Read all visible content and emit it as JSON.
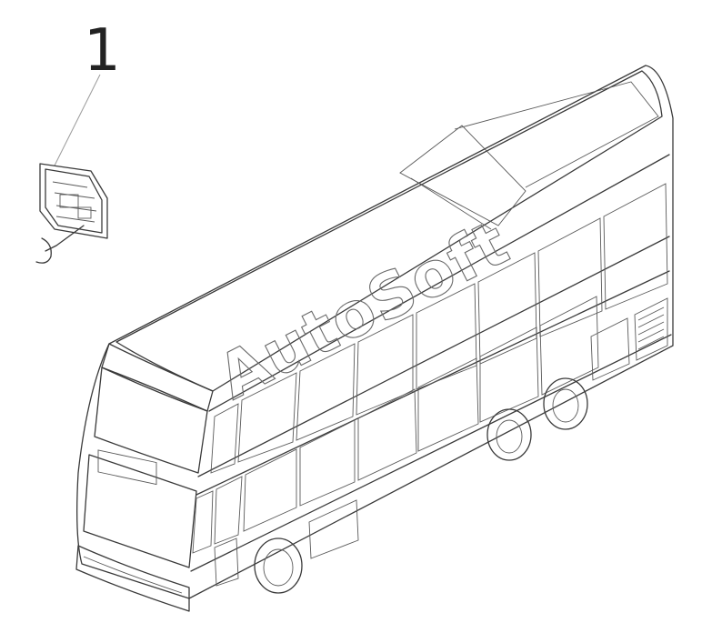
{
  "callout": {
    "number": "1"
  },
  "watermark": {
    "text": "AutoSoft"
  },
  "window_marks": [
    "ʼ",
    "ʼ",
    "ʼ"
  ]
}
